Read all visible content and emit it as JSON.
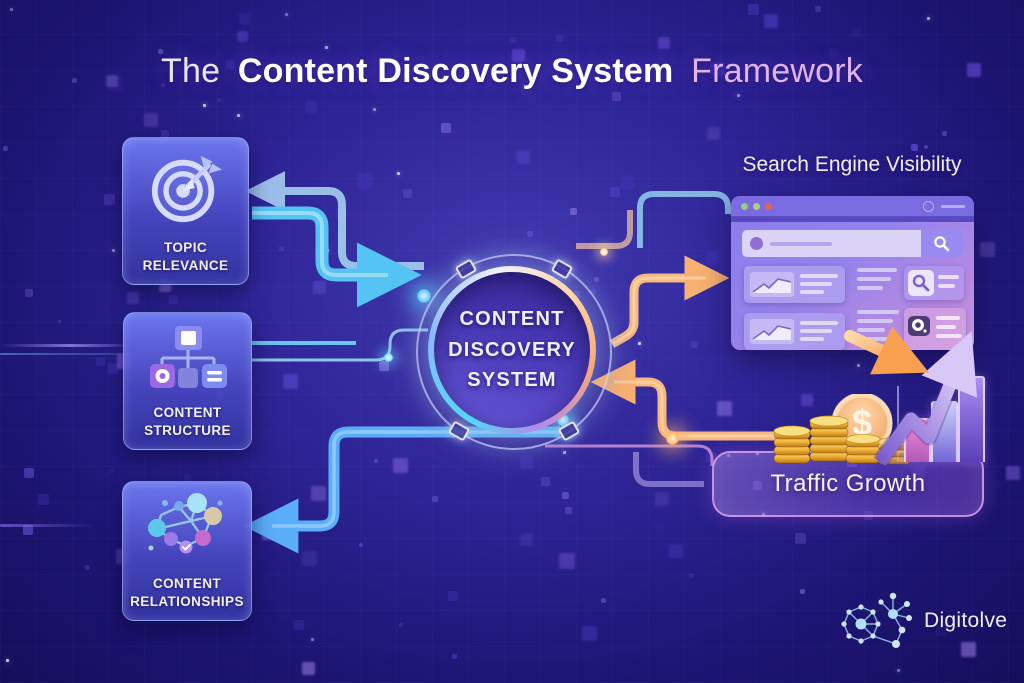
{
  "title": {
    "prefix": "The",
    "emphasis": "Content Discovery System",
    "suffix": "Framework"
  },
  "input_cards": [
    {
      "label": "TOPIC RELEVANCE",
      "icon": "target-dart-icon"
    },
    {
      "label": "CONTENT STRUCTURE",
      "icon": "hierarchy-icon"
    },
    {
      "label": "CONTENT RELATIONSHIPS",
      "icon": "network-nodes-icon"
    }
  ],
  "hub": {
    "lines": [
      "CONTENT",
      "DISCOVERY",
      "SYSTEM"
    ]
  },
  "search_visibility": {
    "heading": "Search Engine Visibility"
  },
  "traffic_growth": {
    "label": "Traffic Growth",
    "currency_symbol": "$"
  },
  "brand": {
    "name": "Digitolve"
  },
  "colors": {
    "background_deep": "#150e5a",
    "background_light": "#433bb4",
    "cyan_accent": "#54c8f4",
    "orange_accent": "#f8b87e",
    "pink_accent": "#e08ae0",
    "gold_coin": "#ecac34",
    "card_blue": "#5560d8",
    "browser_purple": "#8f7eea",
    "bar_pink": "#e878c8",
    "bar_blue": "#8fa0ec",
    "bar_purple": "#7a5ad8",
    "text_white": "#f4f2ff"
  }
}
